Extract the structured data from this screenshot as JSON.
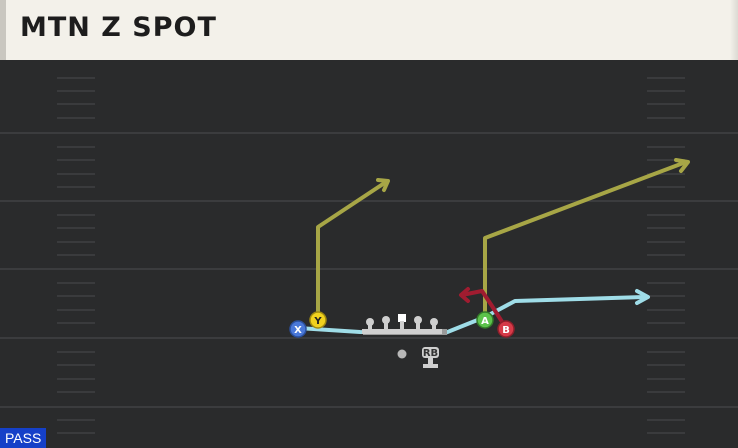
{
  "play": {
    "title": "MTN Z SPOT",
    "play_type": "PASS"
  },
  "players": {
    "x": {
      "label": "X",
      "color": "#4a78d8"
    },
    "y": {
      "label": "Y",
      "color": "#f1d21e"
    },
    "a": {
      "label": "A",
      "color": "#5cc24b"
    },
    "b": {
      "label": "B",
      "color": "#d63a48"
    },
    "rb": {
      "label": "RB"
    }
  },
  "route_colors": {
    "corner": "#a7a646",
    "drag": "#9fdde8",
    "block": "#a01c30"
  }
}
